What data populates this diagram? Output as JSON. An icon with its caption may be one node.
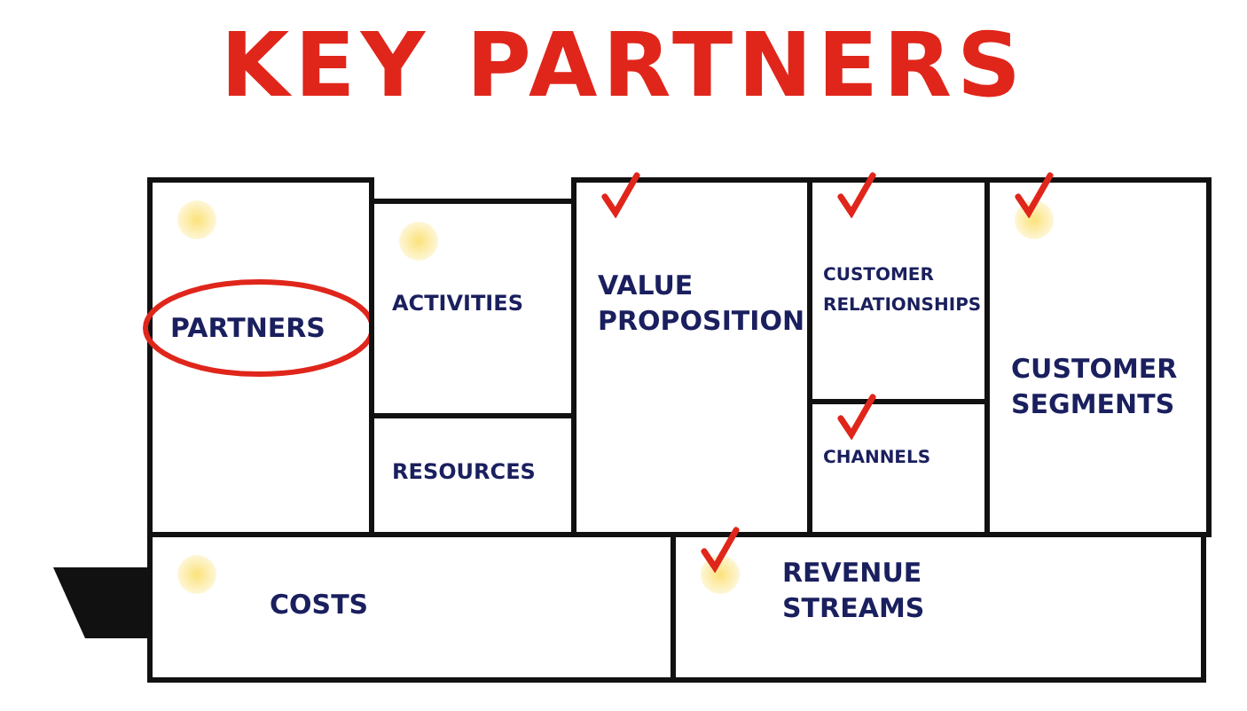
{
  "diagram": {
    "title": "KEY PARTNERS",
    "nodes": [
      {
        "text": [
          "PARTNERS"
        ]
      },
      {
        "text": [
          "ACTIVITIES"
        ]
      },
      {
        "text": [
          "RESOURCES"
        ]
      },
      {
        "text": [
          "VALUE PROPOSITION"
        ]
      },
      {
        "text": [
          "CUSTOMER RELATIONSHIPS"
        ]
      },
      {
        "text": [
          "CHANNELS"
        ]
      },
      {
        "text": [
          "CUSTOMER SEGMENTS"
        ]
      },
      {
        "text": [
          "COSTS"
        ]
      },
      {
        "text": [
          "REVENUE STREAMS"
        ]
      }
    ],
    "edges": []
  }
}
